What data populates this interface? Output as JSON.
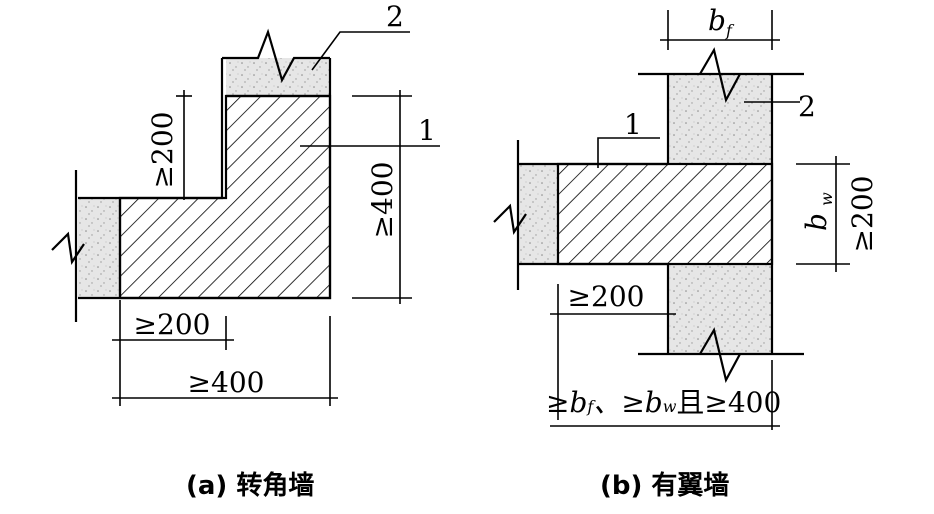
{
  "diagram_a": {
    "label_1": "1",
    "label_2": "2",
    "dim_vertical_left": "≥200",
    "dim_vertical_right": "≥400",
    "dim_bottom_short": "≥200",
    "dim_bottom_long": "≥400",
    "caption": "(a) 转角墙"
  },
  "diagram_b": {
    "label_1": "1",
    "label_2": "2",
    "dim_top_width": "b",
    "dim_top_width_sub": "f",
    "dim_right_height": "b",
    "dim_right_height_sub": "w",
    "dim_right_min": "≥200",
    "dim_mid": "≥200",
    "dim_bottom_prefix1": "≥b",
    "dim_bottom_sub1": "f",
    "dim_bottom_sep": "、≥b",
    "dim_bottom_sub2": "w",
    "dim_bottom_suffix": "且≥400",
    "caption": "(b) 有翼墙"
  },
  "colors": {
    "line": "#000000",
    "concrete": "#e4e4e4",
    "hatch": "#000000"
  }
}
